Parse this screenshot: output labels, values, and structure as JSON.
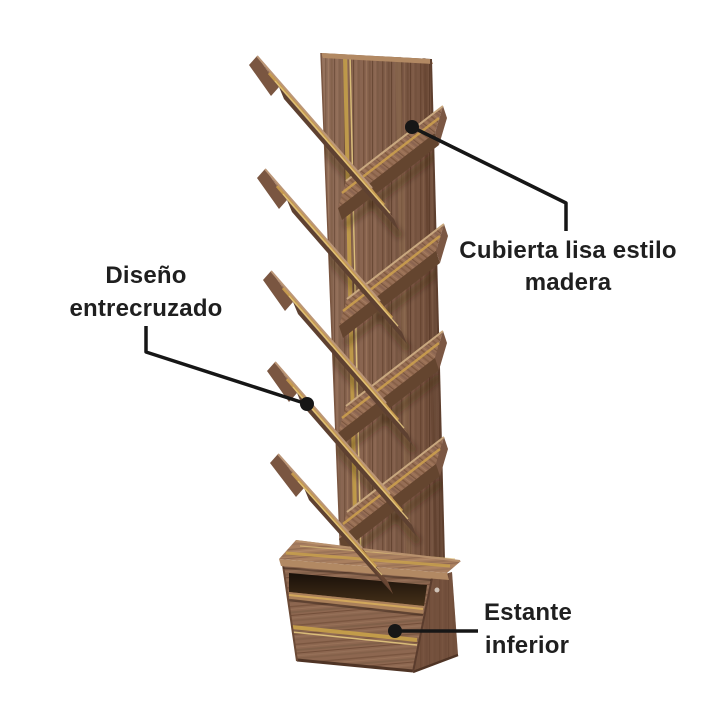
{
  "annotations": {
    "cubierta": {
      "line1": "Cubierta lisa estilo",
      "line2": "madera"
    },
    "diseno": {
      "line1": "Diseño",
      "line2": "entrecruzado"
    },
    "estante": {
      "line1": "Estante",
      "line2": "inferior"
    }
  },
  "colors": {
    "background": "#ffffff",
    "label_text": "#1f1f1f",
    "leader_line": "#161616",
    "wood_mid": "#8a6550",
    "wood_light": "#a27a5e",
    "wood_dark": "#6a4835",
    "wood_edge_tan": "#b28963",
    "wood_golden_stripe": "#c9a24a",
    "interior_shadow": "#191009"
  }
}
